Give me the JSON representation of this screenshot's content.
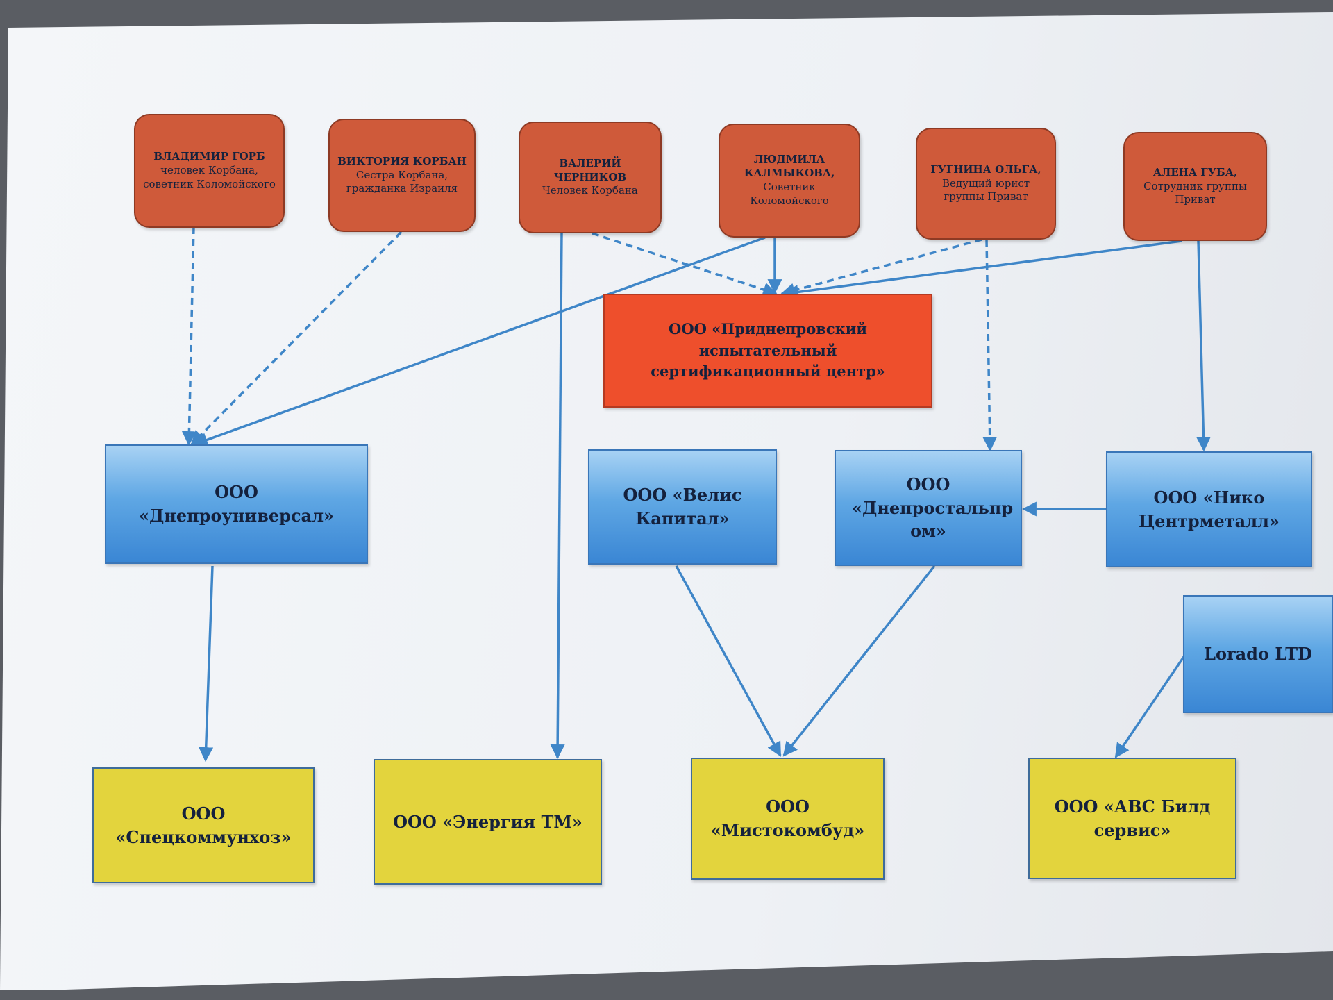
{
  "people": [
    {
      "name": "ВЛАДИМИР ГОРБ",
      "note": "человек Корбана, советник Коломойского"
    },
    {
      "name": "ВИКТОРИЯ КОРБАН",
      "note": "Сестра Корбана, гражданка Израиля"
    },
    {
      "name": "ВАЛЕРИЙ ЧЕРНИКОВ",
      "note": "Человек Корбана"
    },
    {
      "name": "ЛЮДМИЛА КАЛМЫКОВА,",
      "note": "Советник Коломойского"
    },
    {
      "name": "ГУГНИНА ОЛЬГА,",
      "note": "Ведущий юрист группы Приват"
    },
    {
      "name": "АЛЕНА ГУБА,",
      "note": "Сотрудник группы Приват"
    }
  ],
  "companies": {
    "pridneprovsky": "ООО «Приднепровский испытательный сертификационный центр»",
    "dneprouniversal": "ООО «Днепроуниверсал»",
    "velis": "ООО «Велис Капитал»",
    "dneprostalprom": "ООО «Днепростальпр ом»",
    "niko": "ООО «Нико Центрметалл»",
    "lorado": "Lorado LTD",
    "spetskommunhoz": "ООО «Спецкоммунхоз»",
    "energiya": "ООО «Энергия ТМ»",
    "mistokombud": "ООО «Мистокомбуд»",
    "abc": "ООО «АВС Билд сервис»"
  },
  "colors": {
    "person": "#cf5a3a",
    "central": "#ee4f2c",
    "company_blue": "#5fa7e4",
    "company_yellow": "#e3d43d",
    "arrow": "#3f86c8"
  }
}
